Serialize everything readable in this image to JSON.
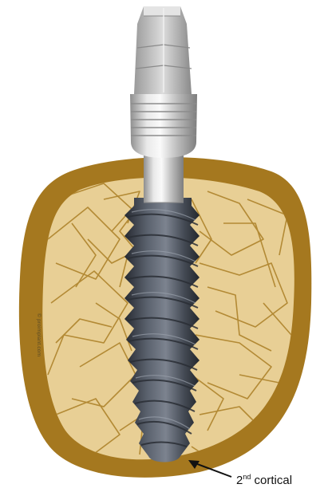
{
  "figure": {
    "annotation": {
      "superscript_base": "2",
      "superscript": "nd",
      "text": "cortical"
    },
    "watermark": "© proimplant.com",
    "colors": {
      "cortical_bone": "#a5781f",
      "cancellous_bone": "#e8cf95",
      "trabecula_lines": "#b38a35",
      "implant_body": "#3f4550",
      "abutment_metal": "#c9c9c9"
    }
  }
}
